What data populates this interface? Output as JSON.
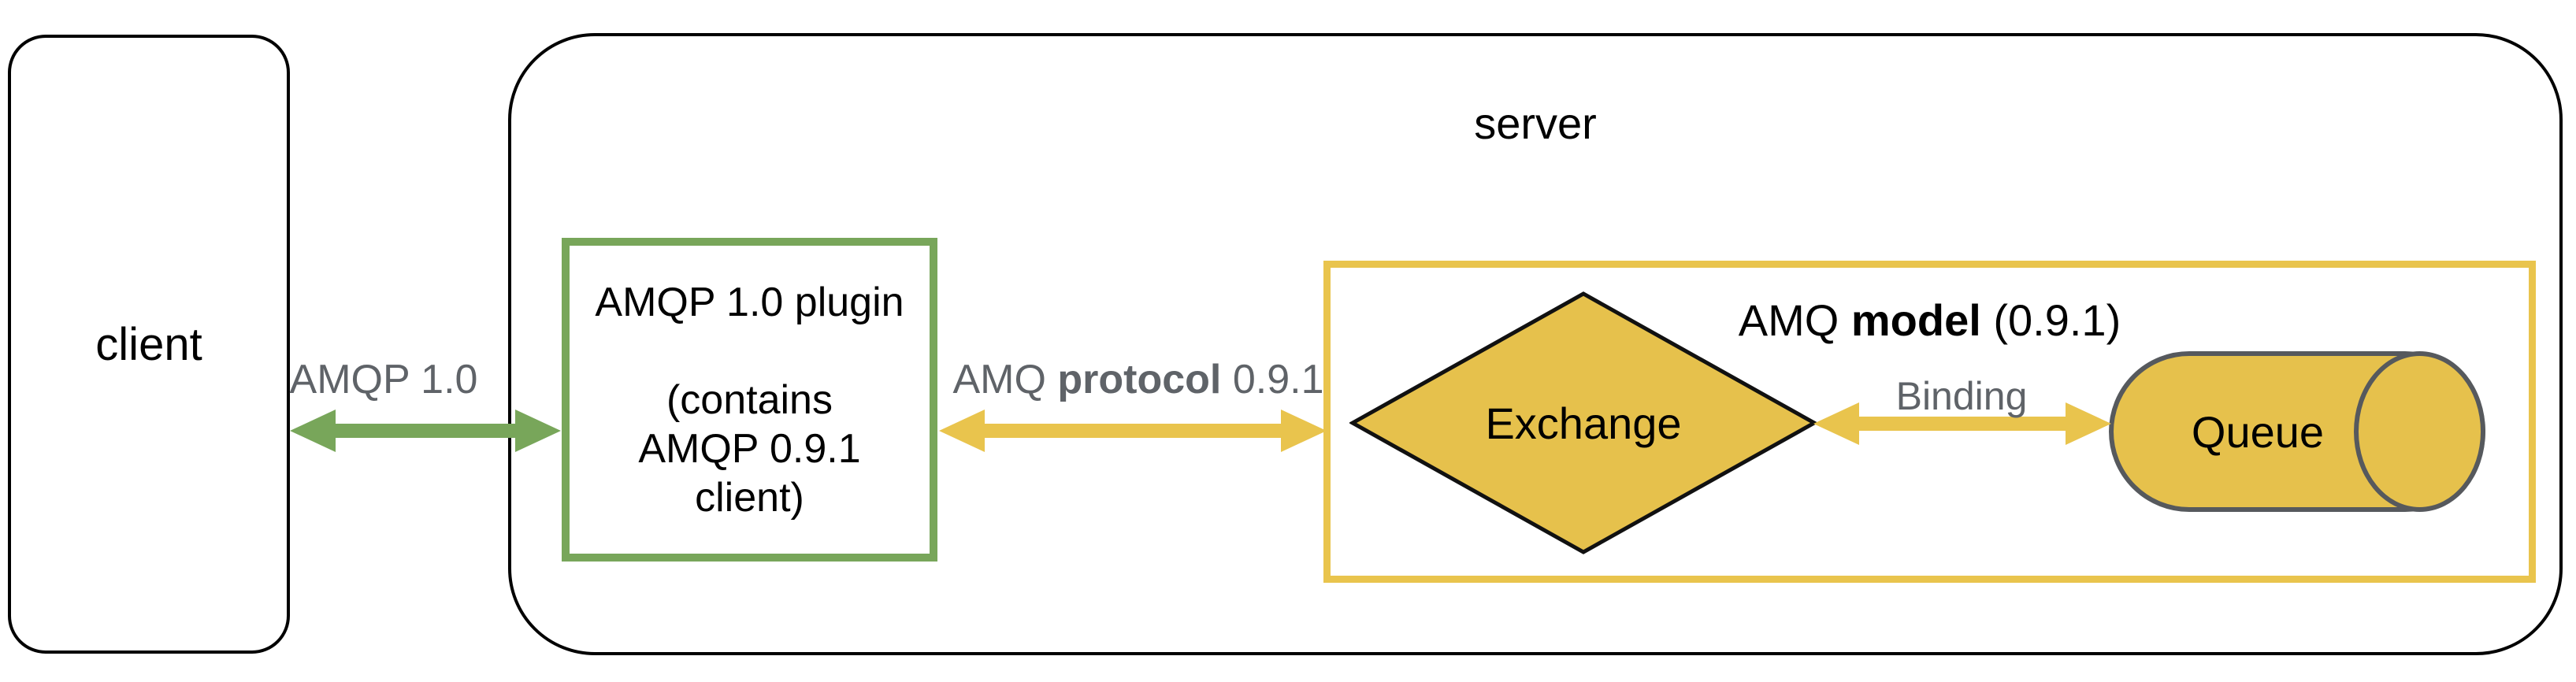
{
  "colors": {
    "green": "#78a65a",
    "yellow": "#e9c44d",
    "yellow_fill": "#e6c14c",
    "gray_stroke": "#56595d",
    "gray_text": "#5f6368",
    "ink": "#000000"
  },
  "nodes": {
    "client": {
      "label": "client"
    },
    "server": {
      "label": "server"
    },
    "plugin": {
      "text": "AMQP 1.0 plugin\n\n(contains\nAMQP 0.9.1\nclient)"
    },
    "amq_model": {
      "prefix": "AMQ ",
      "bold": "model",
      "suffix": " (0.9.1)"
    },
    "exchange": {
      "label": "Exchange"
    },
    "queue": {
      "label": "Queue"
    }
  },
  "edges": {
    "amqp10": {
      "label": "AMQP 1.0"
    },
    "amq_protocol": {
      "prefix": "AMQ ",
      "bold": "protocol",
      "suffix": " 0.9.1"
    },
    "binding": {
      "label": "Binding"
    }
  }
}
